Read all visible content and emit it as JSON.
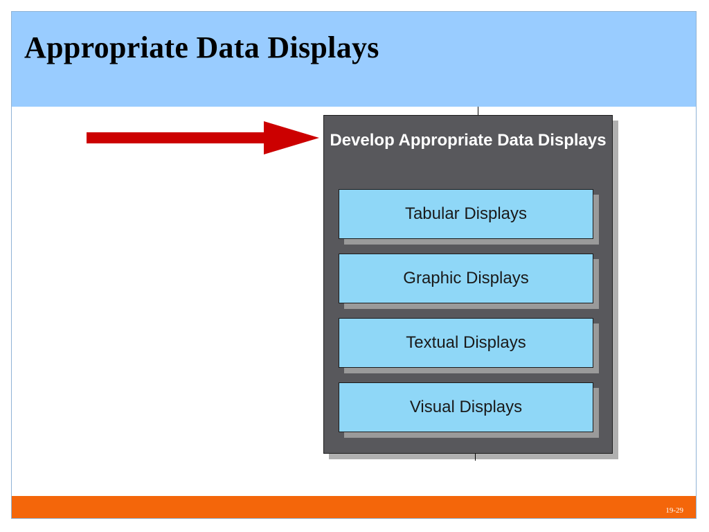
{
  "slide": {
    "title": "Appropriate Data Displays",
    "page_number": "19-29"
  },
  "diagram": {
    "heading": "Develop Appropriate Data Displays",
    "items": [
      "Tabular Displays",
      "Graphic Displays",
      "Textual Displays",
      "Visual Displays"
    ]
  },
  "colors": {
    "header_band": "#99ccff",
    "footer_band": "#f4660a",
    "panel": "#58585c",
    "item_fill": "#8fd7f7",
    "arrow": "#cc0000"
  }
}
